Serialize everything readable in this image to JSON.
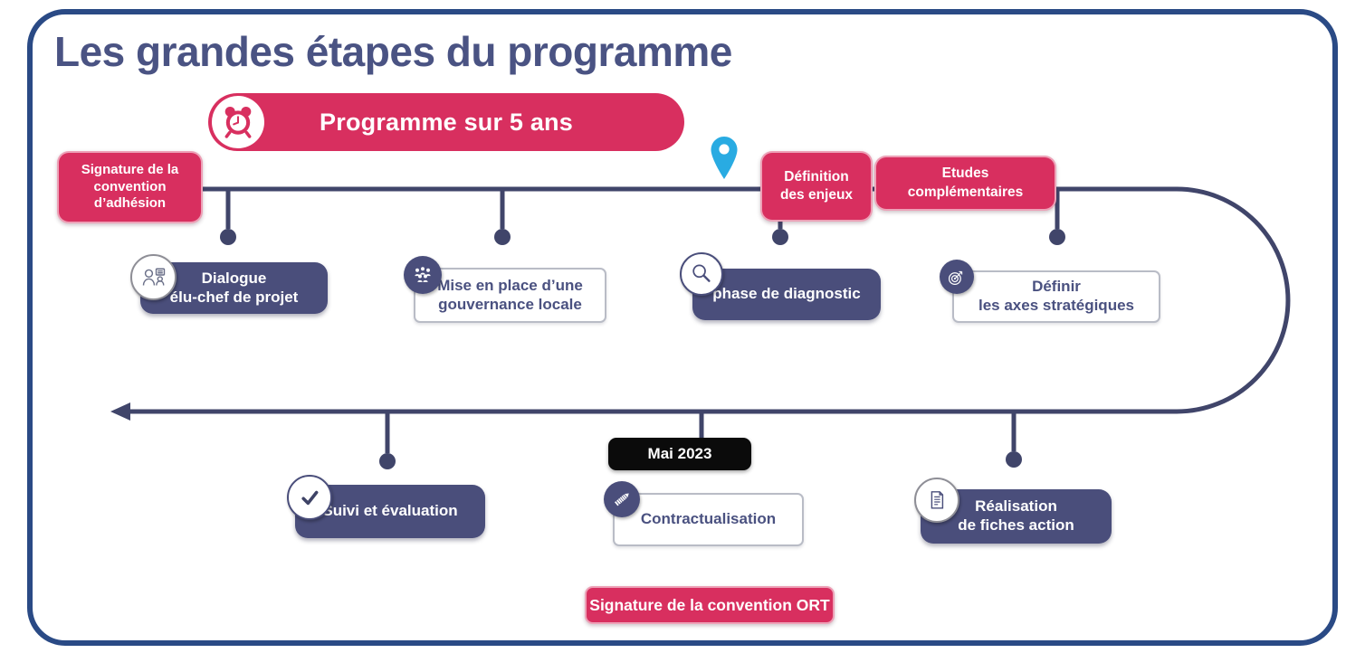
{
  "title": "Les grandes étapes du programme",
  "banner": {
    "label": "Programme sur 5 ans",
    "icon": "alarm-clock-icon"
  },
  "milestones": {
    "signature_adhesion": {
      "label": "Signature de la\nconvention\nd’adhésion"
    },
    "definition_enjeux": {
      "label": "Définition\ndes enjeux"
    },
    "etudes_complementaires": {
      "label": "Etudes\ncomplémentaires"
    },
    "mai_2023": {
      "label": "Mai 2023"
    },
    "signature_ort": {
      "label": "Signature de la convention ORT"
    }
  },
  "steps": {
    "dialogue": {
      "label": "Dialogue\nélu-chef de projet",
      "icon": "dialogue-icon",
      "variant": "solid"
    },
    "gouvernance": {
      "label": "Mise en place d’une\ngouvernance locale",
      "icon": "group-icon",
      "variant": "outline"
    },
    "diagnostic": {
      "label": "phase de diagnostic",
      "icon": "magnifier-icon",
      "variant": "solid"
    },
    "axes_strategiques": {
      "label": "Définir\nles axes stratégiques",
      "icon": "target-icon",
      "variant": "outline"
    },
    "suivi_evaluation": {
      "label": "Suivi et évaluation",
      "icon": "checkmark-icon",
      "variant": "solid"
    },
    "contractualisation": {
      "label": "Contractualisation",
      "icon": "pencil-icon",
      "variant": "outline"
    },
    "fiches_action": {
      "label": "Réalisation\nde fiches action",
      "icon": "document-icon",
      "variant": "solid"
    }
  },
  "colors": {
    "accent_pink": "#D82F5F",
    "navy_box": "#4A4E7B",
    "timeline_line": "#40456A",
    "title_text": "#4A5383",
    "frame_border": "#2A4A85",
    "pin_blue": "#29ABE2",
    "date_box_black": "#0B0B0B"
  }
}
